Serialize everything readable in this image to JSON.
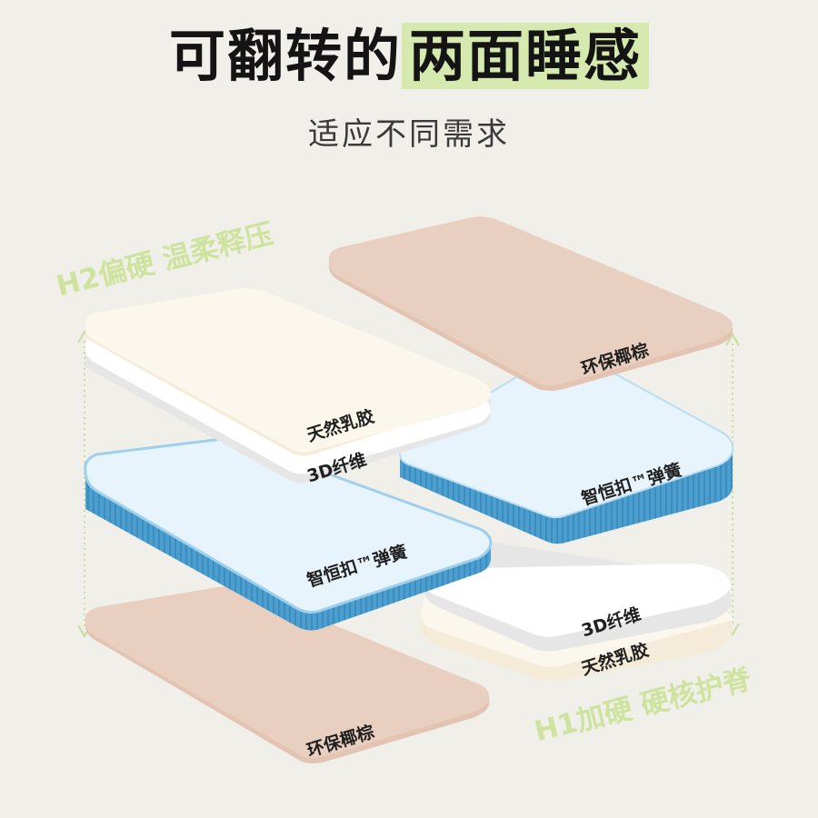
{
  "header": {
    "title_main": "可翻转的",
    "title_highlight": "两面睡感",
    "subtitle": "适应不同需求"
  },
  "sides": {
    "h2_label": "H2偏硬 温柔释压",
    "h1_label": "H1加硬 硬核护脊"
  },
  "left_stack": {
    "latex": "天然乳胶",
    "fiber": "3D纤维",
    "spring": "智恒扣™弹簧",
    "coir": "环保椰棕"
  },
  "right_stack": {
    "coir": "环保椰棕",
    "spring": "智恒扣™弹簧",
    "fiber": "3D纤维",
    "latex": "天然乳胶"
  },
  "colors": {
    "background": "#f1efea",
    "highlight": "#d6eab0",
    "accent_green": "#cde39e",
    "latex": "#fbf7ec",
    "fiber": "#ffffff",
    "spring_top": "#e8f4fb",
    "spring_side": "#4a9fd0",
    "coir": "#e8cfc0"
  }
}
